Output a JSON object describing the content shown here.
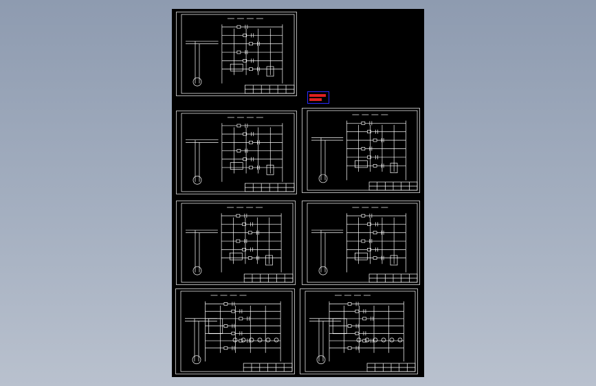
{
  "viewport": {
    "background": "#a4afc0"
  },
  "drawing": {
    "background": "#000000",
    "line_color": "#ffffff",
    "sheets": [
      {
        "id": "sheet-1",
        "variant": "control"
      },
      {
        "id": "sheet-2",
        "variant": "control"
      },
      {
        "id": "sheet-3",
        "variant": "control"
      },
      {
        "id": "sheet-4",
        "variant": "control"
      },
      {
        "id": "sheet-5",
        "variant": "control"
      },
      {
        "id": "sheet-6",
        "variant": "pump"
      },
      {
        "id": "sheet-7",
        "variant": "pump"
      }
    ],
    "stamp": {
      "border_color": "#2b2bff",
      "mark_color": "#e02020"
    }
  }
}
